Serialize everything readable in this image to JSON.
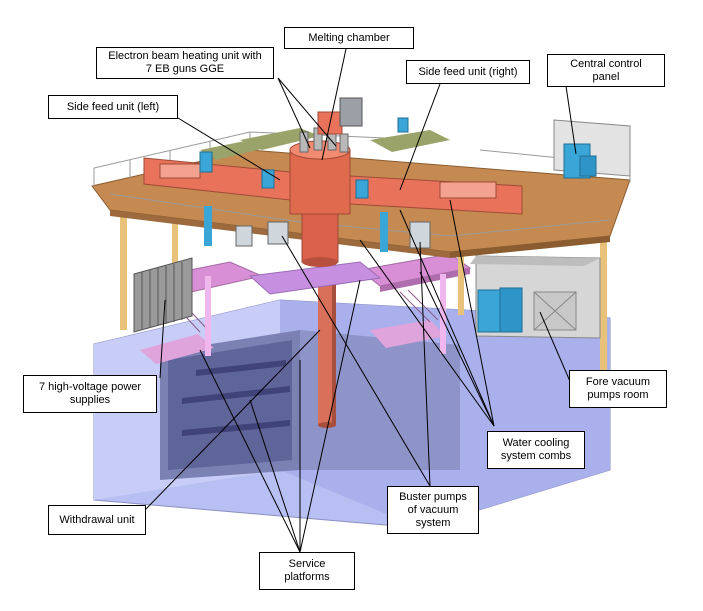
{
  "labels": {
    "melting_chamber": "Melting chamber",
    "eb_heating_unit": "Electron beam heating unit with\n7 EB guns GGE",
    "side_feed_left": "Side feed unit (left)",
    "side_feed_right": "Side feed unit (right)",
    "central_control_panel": "Central control\npanel",
    "hv_power_supplies": "7 high-voltage power\nsupplies",
    "fore_vacuum_room": "Fore vacuum\npumps room",
    "water_cooling_combs": "Water cooling\nsystem combs",
    "withdrawal_unit": "Withdrawal unit",
    "buster_pumps": "Buster pumps\nof vacuum\nsystem",
    "service_platforms": "Service\nplatforms"
  },
  "colors": {
    "furnace_orange": "#e8735a",
    "platform_wood": "#c48a52",
    "platform_pink": "#d98fd6",
    "pit_blue": "#b8bff2",
    "pit_dark": "#6f74a8",
    "equipment_cyan": "#3aa6d8",
    "equipment_green": "#9aa36a",
    "railing_gray": "#9a9a9a"
  }
}
